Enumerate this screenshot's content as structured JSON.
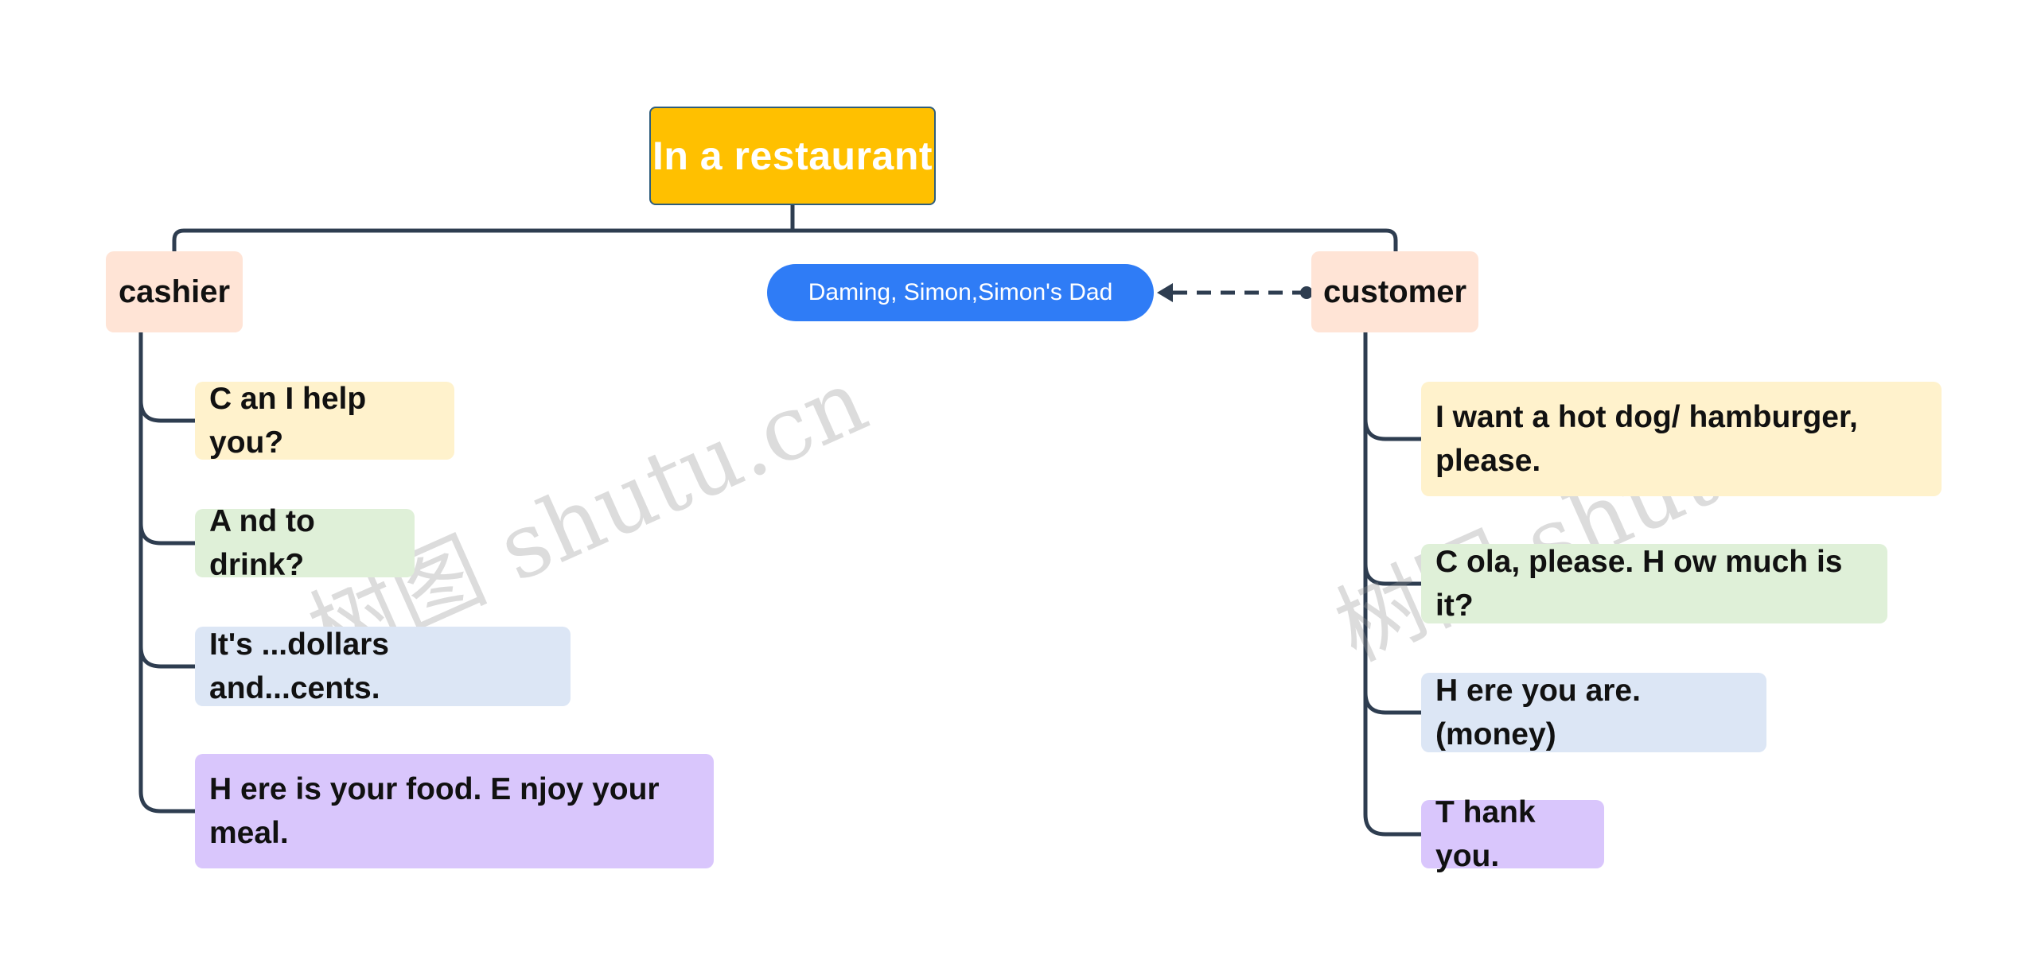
{
  "diagram": {
    "root": {
      "label": "In a restaurant"
    },
    "branches": [
      {
        "label": "cashier",
        "items": [
          "C an I help you?",
          "A nd to drink?",
          "It's ...dollars and...cents.",
          "H ere is your food. E njoy your meal."
        ]
      },
      {
        "label": "customer",
        "items": [
          "I want a hot dog/ hamburger, please.",
          "C ola, please.  H ow much is it?",
          "H ere you are.(money)",
          "T hank you."
        ]
      }
    ],
    "relationship": {
      "from": "customer",
      "label": "Daming, Simon,Simon's Dad"
    }
  },
  "watermarks": [
    "树图 shutu.cn",
    "树图 shutu.cn"
  ],
  "colors": {
    "root_fill": "#ffc000",
    "root_text": "#ffffff",
    "branch_fill": "#ffe4d6",
    "pill_fill": "#2f7cf6",
    "leaf_yellow": "#fff2cc",
    "leaf_green": "#dff0d8",
    "leaf_blue": "#dce6f5",
    "leaf_purple": "#d9c6fc",
    "connector": "#2e3d50"
  },
  "icons": {
    "relationship_arrow": "left-arrowhead-icon",
    "relationship_origin": "dot-icon"
  }
}
